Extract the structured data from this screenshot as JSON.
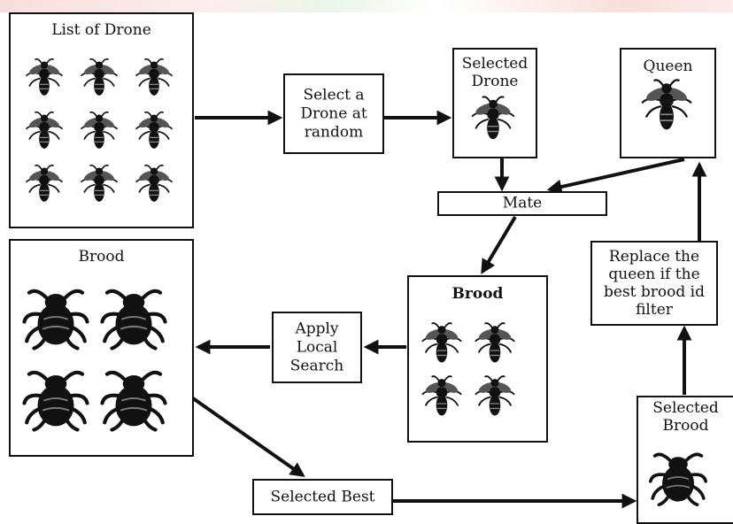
{
  "nodes": {
    "list_of_drone": {
      "label": "List of Drone",
      "icon": "bee-icon",
      "icon_count": 9
    },
    "select_random": {
      "label": "Select a\nDrone at\nrandom"
    },
    "selected_drone": {
      "label": "Selected\nDrone",
      "icon": "bee-icon"
    },
    "queen": {
      "label": "Queen",
      "icon": "queen-bee-icon"
    },
    "mate": {
      "label": "Mate"
    },
    "replace_queen": {
      "label": "Replace the\nqueen if the\nbest brood id\nfilter"
    },
    "brood_left": {
      "label": "Brood",
      "icon": "brood-bee-icon",
      "icon_count": 4
    },
    "apply_local_search": {
      "label": "Apply\nLocal\nSearch"
    },
    "brood_center": {
      "label": "Brood",
      "icon": "bee-icon",
      "icon_count": 4
    },
    "selected_brood": {
      "label": "Selected\nBrood",
      "icon": "brood-bee-icon"
    },
    "selected_best": {
      "label": "Selected Best"
    }
  },
  "edges": [
    {
      "from": "list_of_drone",
      "to": "select_random"
    },
    {
      "from": "select_random",
      "to": "selected_drone"
    },
    {
      "from": "selected_drone",
      "to": "mate"
    },
    {
      "from": "queen",
      "to": "mate"
    },
    {
      "from": "mate",
      "to": "brood_center"
    },
    {
      "from": "brood_center",
      "to": "apply_local_search"
    },
    {
      "from": "apply_local_search",
      "to": "brood_left"
    },
    {
      "from": "brood_left",
      "to": "selected_best"
    },
    {
      "from": "selected_best",
      "to": "selected_brood"
    },
    {
      "from": "selected_brood",
      "to": "replace_queen"
    },
    {
      "from": "replace_queen",
      "to": "queen"
    }
  ],
  "colors": {
    "ink": "#111111",
    "band_red": "#f6d6d6",
    "band_green": "#e6f4e2"
  }
}
